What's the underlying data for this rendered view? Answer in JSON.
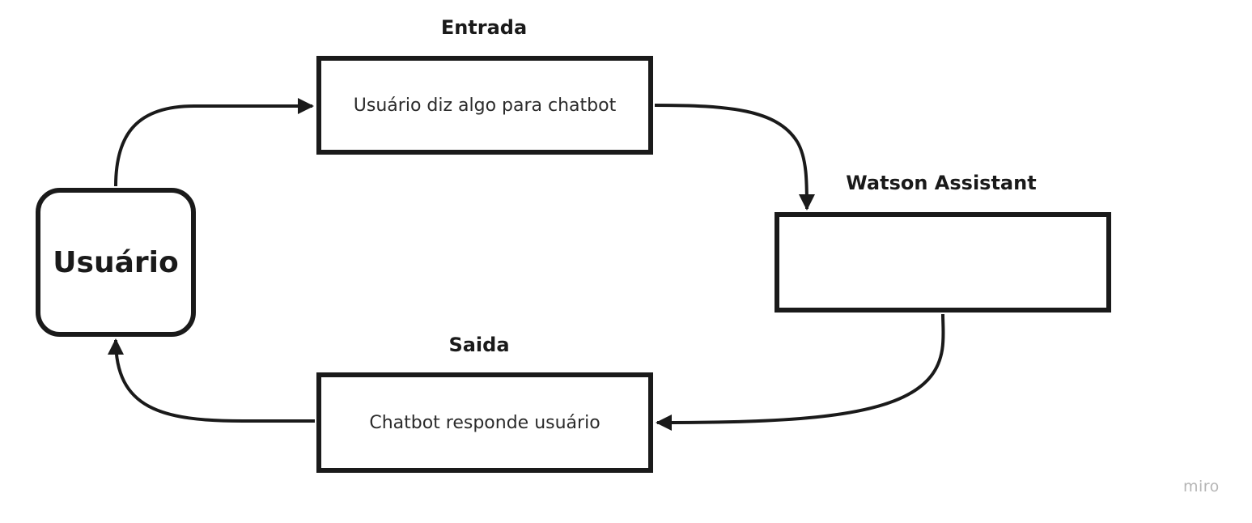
{
  "nodes": {
    "user": {
      "label": "Usuário"
    },
    "entrada": {
      "title": "Entrada",
      "text": "Usuário diz algo para chatbot"
    },
    "watson": {
      "title": "Watson Assistant",
      "text": ""
    },
    "saida": {
      "title": "Saida",
      "text": "Chatbot responde usuário"
    }
  },
  "watermark": "miro",
  "colors": {
    "stroke": "#1a1a1a",
    "background": "#ffffff",
    "watermark": "#b5b5b5"
  }
}
